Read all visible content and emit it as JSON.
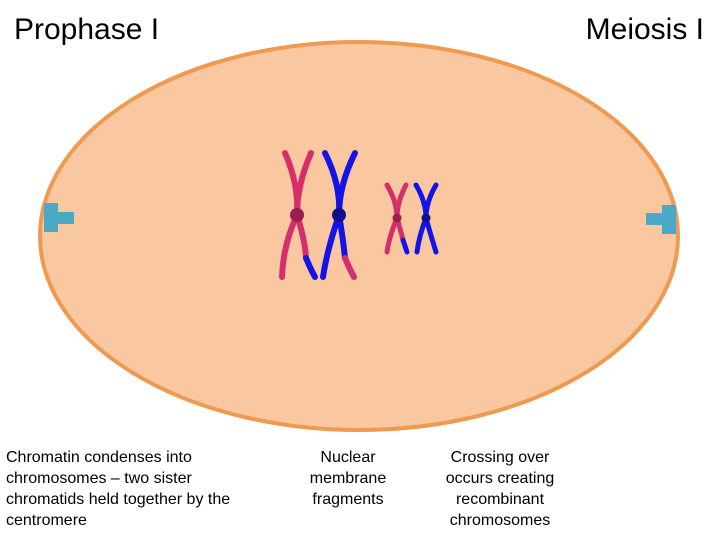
{
  "header": {
    "stage_title": "Prophase I",
    "process_title": "Meiosis I"
  },
  "captions": {
    "chromatin": "Chromatin condenses into chromosomes – two sister chromatids held together by the centromere",
    "nuclear": "Nuclear membrane fragments",
    "crossing": "Crossing over occurs creating recombinant chromosomes"
  },
  "colors": {
    "cytoplasm": "#f9c7a0",
    "cell_membrane": "#ef9a50",
    "centrosome": "#4aa9c7",
    "maternal_chromosome": "#d62d6b",
    "paternal_chromosome": "#1414e6",
    "centromere_maternal": "#9b1e4c",
    "centromere_paternal": "#10108c"
  },
  "icons": {
    "centrosome_left": "centrosome-icon",
    "centrosome_right": "centrosome-icon"
  }
}
